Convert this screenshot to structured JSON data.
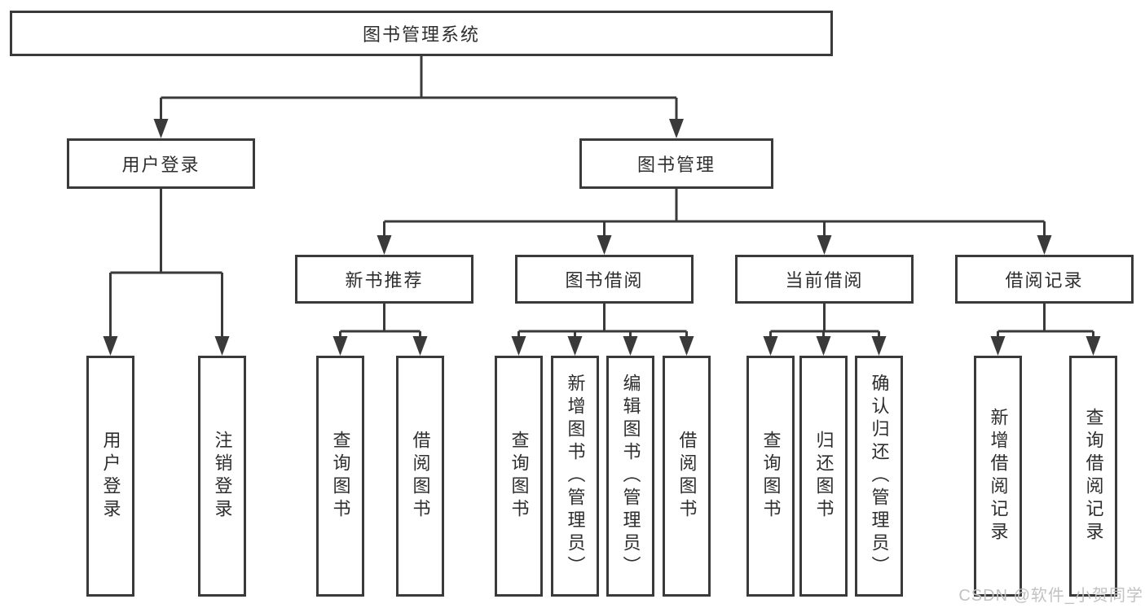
{
  "colors": {
    "line": "#3a3a3a",
    "text": "#2e2e2e",
    "box_background": "#ffffff",
    "watermark": "#c2c2c2"
  },
  "tree": {
    "root": {
      "label": "图书管理系统"
    },
    "branches": [
      {
        "label": "用户登录",
        "children": [
          {
            "label": "用户登录"
          },
          {
            "label": "注销登录"
          }
        ]
      },
      {
        "label": "图书管理",
        "sections": [
          {
            "label": "新书推荐",
            "children": [
              {
                "label": "查询图书"
              },
              {
                "label": "借阅图书"
              }
            ]
          },
          {
            "label": "图书借阅",
            "children": [
              {
                "label": "查询图书"
              },
              {
                "label": "新增图书（管理员）"
              },
              {
                "label": "编辑图书（管理员）"
              },
              {
                "label": "借阅图书"
              }
            ]
          },
          {
            "label": "当前借阅",
            "children": [
              {
                "label": "查询图书"
              },
              {
                "label": "归还图书"
              },
              {
                "label": "确认归还（管理员）"
              }
            ]
          },
          {
            "label": "借阅记录",
            "children": [
              {
                "label": "新增借阅记录"
              },
              {
                "label": "查询借阅记录"
              }
            ]
          }
        ]
      }
    ]
  },
  "watermark": {
    "text": "CSDN @软件_小贺同学"
  }
}
